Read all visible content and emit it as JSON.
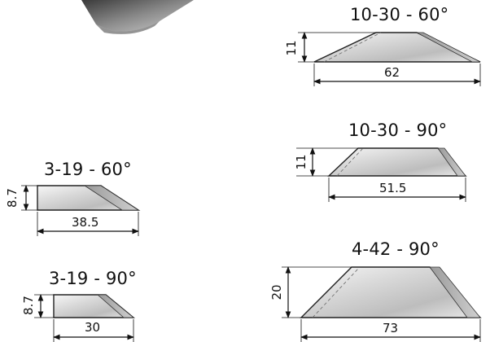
{
  "blades": [
    {
      "id": "10-30-60",
      "title": "10-30 - 60°",
      "height_label": "11",
      "width_label": "62"
    },
    {
      "id": "10-30-90",
      "title": "10-30 - 90°",
      "height_label": "11",
      "width_label": "51.5"
    },
    {
      "id": "3-19-60",
      "title": "3-19 - 60°",
      "height_label": "8.7",
      "width_label": "38.5"
    },
    {
      "id": "3-19-90",
      "title": "3-19 - 90°",
      "height_label": "8.7",
      "width_label": "30"
    },
    {
      "id": "4-42-90",
      "title": "4-42 - 90°",
      "height_label": "20",
      "width_label": "73"
    }
  ]
}
